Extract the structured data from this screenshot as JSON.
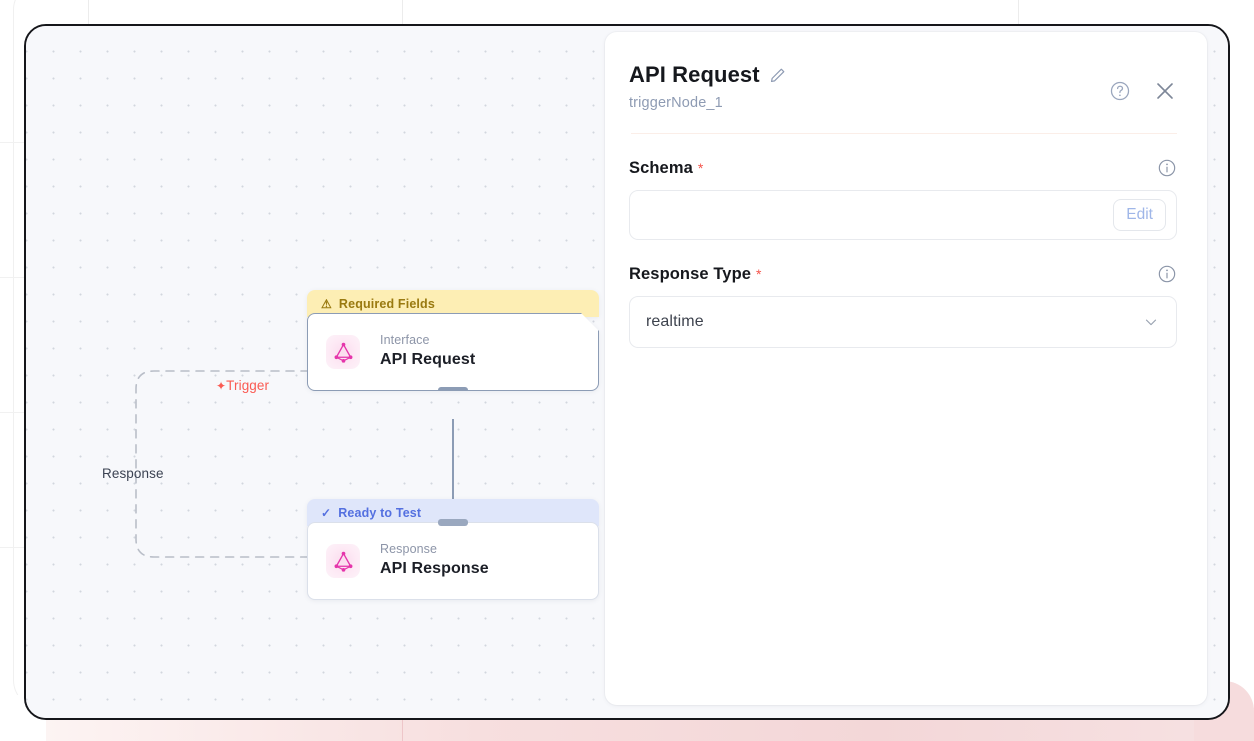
{
  "canvas": {
    "edges": [
      {
        "id": "trigger",
        "label": "Trigger",
        "icon": "lightning-bolt-icon",
        "color": "#fa5a52"
      },
      {
        "id": "response",
        "label": "Response",
        "icon": "",
        "color": "#3b4252"
      }
    ],
    "nodes": [
      {
        "id": "node-api-request",
        "banner_label": "Required Fields",
        "banner_icon": "warning-triangle-icon",
        "banner_status": "warn",
        "kind": "Interface",
        "title": "API Request",
        "icon": "graphql-icon"
      },
      {
        "id": "node-api-response",
        "banner_label": "Ready to Test",
        "banner_icon": "check-icon",
        "banner_status": "ready",
        "kind": "Response",
        "title": "API Response",
        "icon": "graphql-icon"
      }
    ]
  },
  "panel": {
    "title": "API Request",
    "edit_title_icon": "pencil-icon",
    "subtitle": "triggerNode_1",
    "help_icon": "question-circle-icon",
    "close_icon": "close-icon",
    "fields": [
      {
        "label": "Schema",
        "required_marker": "*",
        "info_icon": "info-circle-icon",
        "type": "text-with-button",
        "value": "",
        "placeholder": "",
        "button_label": "Edit"
      },
      {
        "label": "Response Type",
        "required_marker": "*",
        "info_icon": "info-circle-icon",
        "type": "select",
        "value": "realtime",
        "chevron_icon": "chevron-down-icon",
        "options": [
          "realtime"
        ]
      }
    ]
  },
  "colors": {
    "accent_red": "#fa5a52",
    "warn_bg": "#fdeeb4",
    "warn_fg": "#9a7a10",
    "ready_bg": "#dfe6fa",
    "ready_fg": "#5470e0",
    "node_border": "#8c9cb5",
    "graphql_pink": "#e535ab"
  }
}
